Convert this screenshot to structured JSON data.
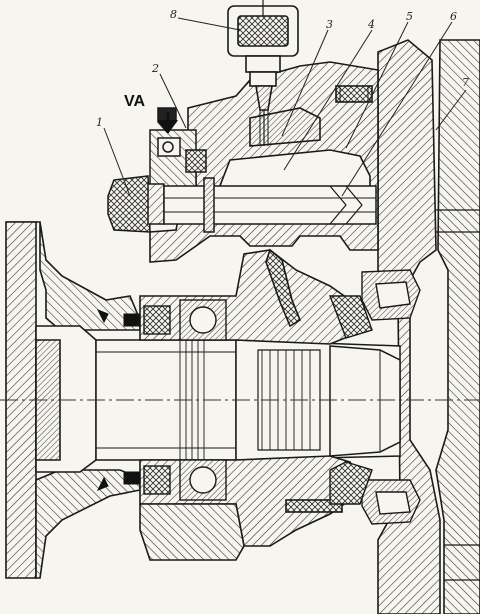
{
  "drawing": {
    "view_label": "VA",
    "callouts": [
      {
        "id": "1",
        "text": "1"
      },
      {
        "id": "2",
        "text": "2"
      },
      {
        "id": "3",
        "text": "3"
      },
      {
        "id": "4",
        "text": "4"
      },
      {
        "id": "5",
        "text": "5"
      },
      {
        "id": "6",
        "text": "6"
      },
      {
        "id": "7",
        "text": "7"
      },
      {
        "id": "8",
        "text": "8"
      }
    ]
  }
}
